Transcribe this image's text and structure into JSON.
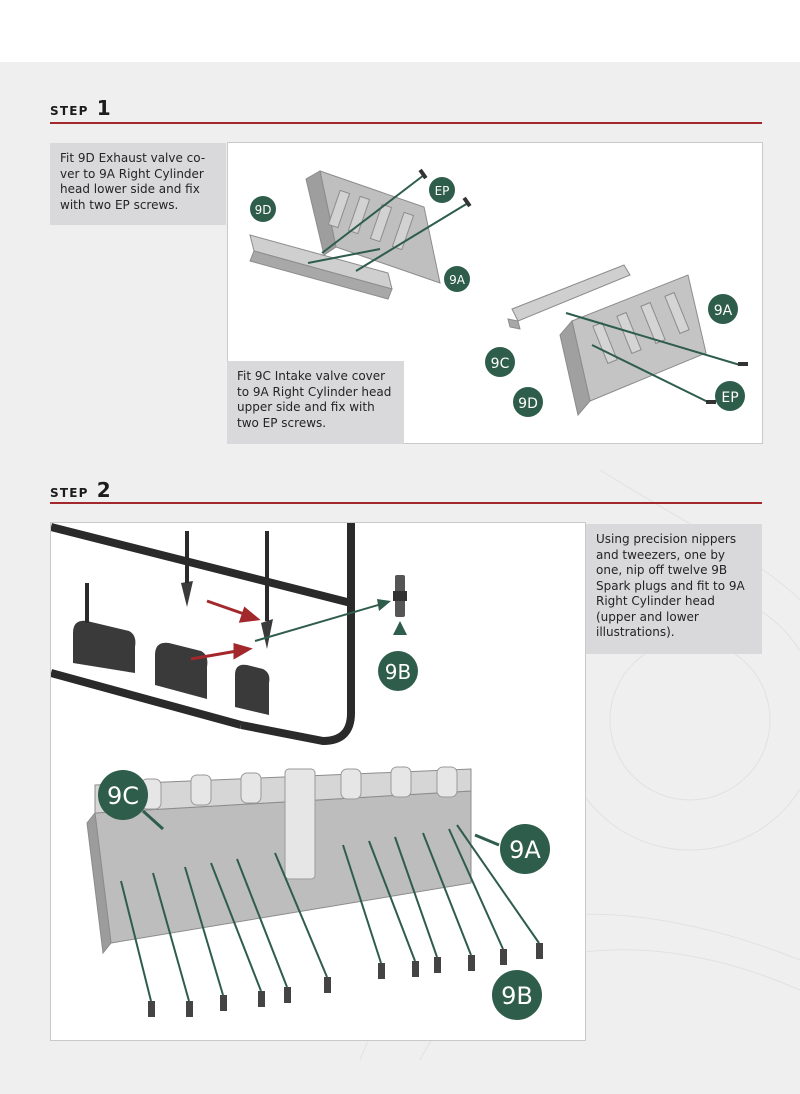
{
  "colors": {
    "accent_rule": "#a3282c",
    "callout_green": "#2f5d4b",
    "arrow_red": "#a3282c"
  },
  "step1": {
    "word": "STEP",
    "number": "1",
    "instruction_a": "Fit 9D Exhaust valve co-ver to 9A Right Cylinder head lower side and fix with two EP screws.",
    "instruction_b": "Fit 9C Intake valve cover to 9A Right Cylinder head upper side and fix with two EP screws.",
    "callouts": {
      "ep_top": "EP",
      "d9_top": "9D",
      "a9_top": "9A",
      "a9_right": "9A",
      "c9": "9C",
      "d9_bottom": "9D",
      "ep_bottom": "EP"
    }
  },
  "step2": {
    "word": "STEP",
    "number": "2",
    "instruction": "Using precision nippers and tweezers, one by one, nip off twelve 9B Spark plugs and fit to 9A Right Cylinder head (upper and lower illustrations).",
    "callouts": {
      "b9_sprue": "9B",
      "c9": "9C",
      "a9": "9A",
      "b9_bottom": "9B"
    }
  }
}
